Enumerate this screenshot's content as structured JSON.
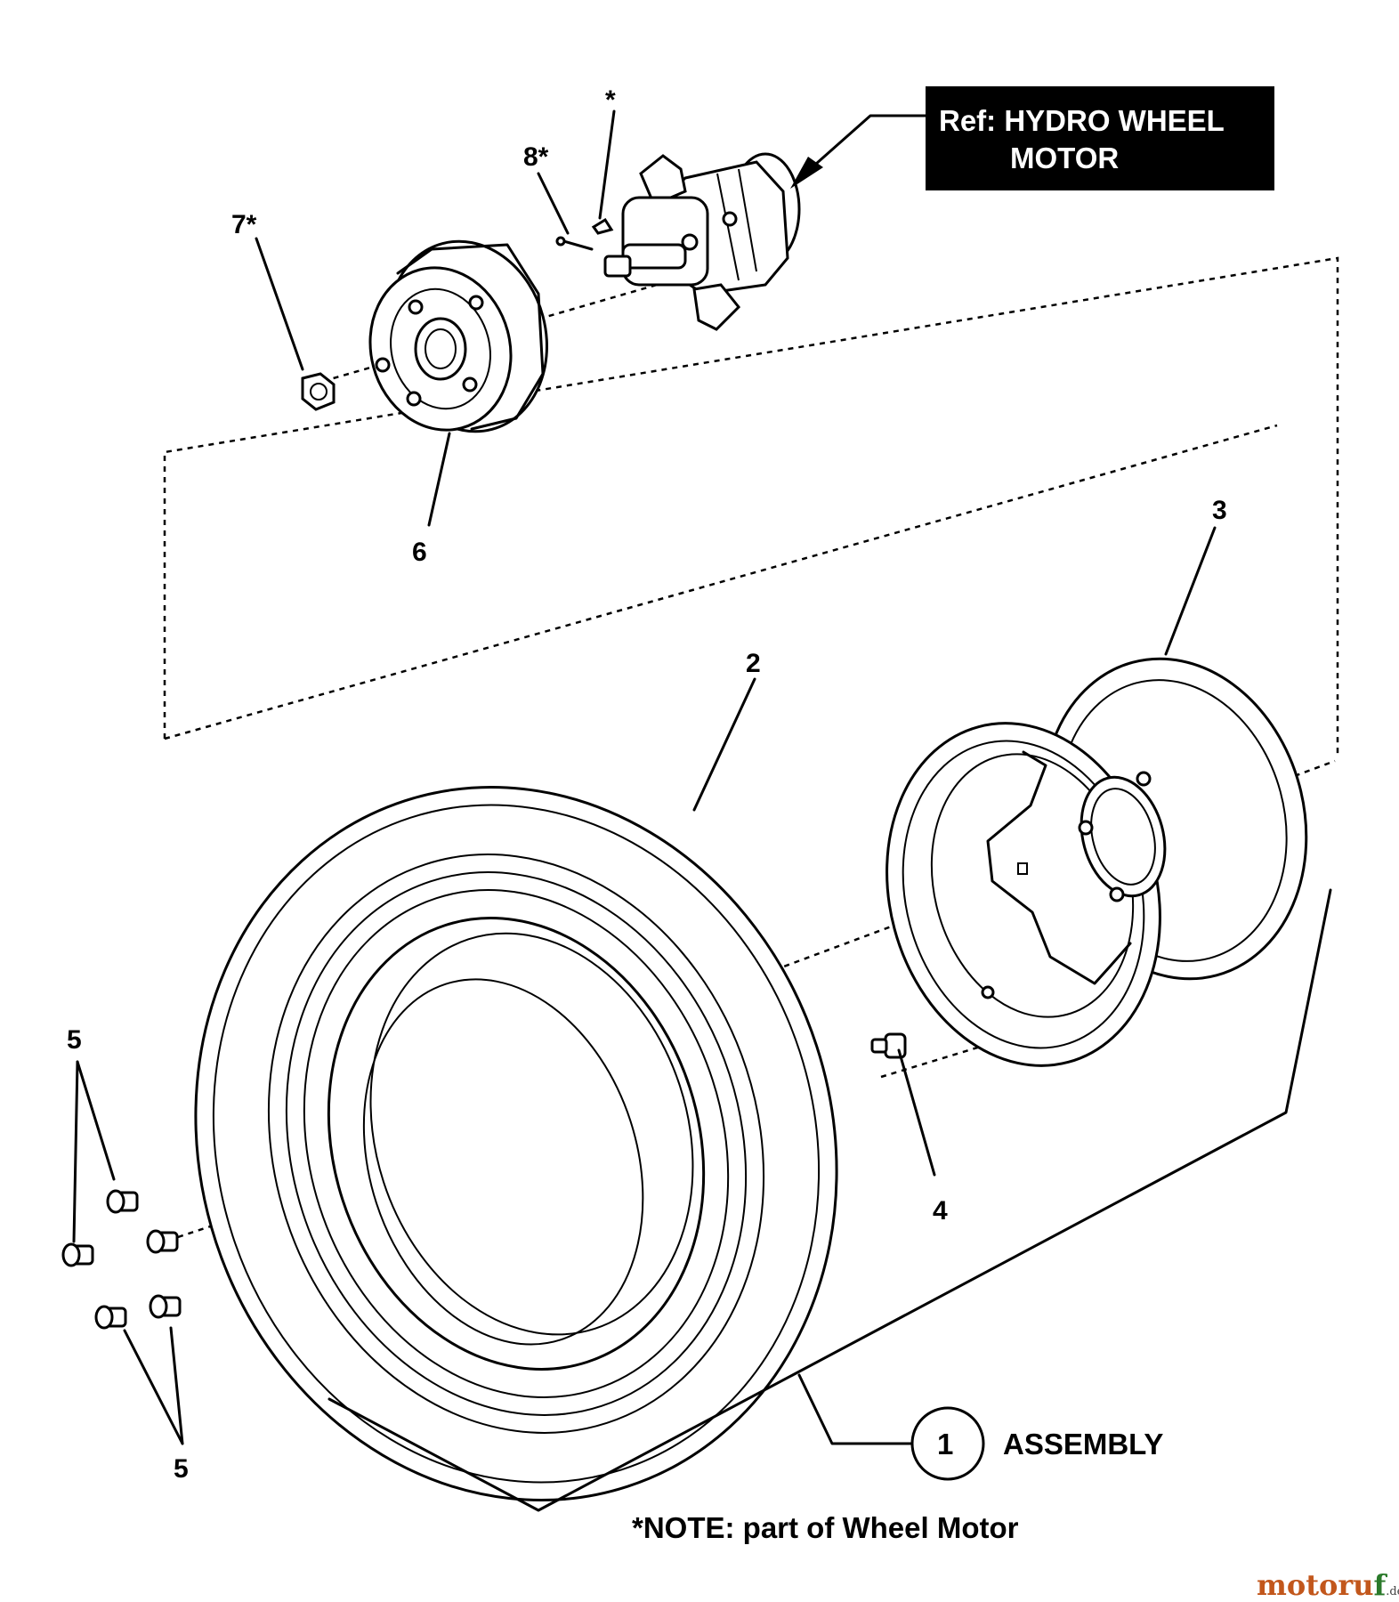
{
  "reference_box": {
    "line1": "Ref: HYDRO WHEEL",
    "line2": "MOTOR"
  },
  "callouts": {
    "assembly_number": "1",
    "tire": "2",
    "rim": "3",
    "valve_stem": "4",
    "lug_nuts_top": "5",
    "lug_nuts_bottom": "5",
    "hub": "6",
    "castle_nut": "7*",
    "cotter_pin": "8*",
    "key": "*"
  },
  "assembly_label": "ASSEMBLY",
  "note": "*NOTE: part of Wheel Motor",
  "watermark": {
    "part1": "motoru",
    "part2": "f",
    "suffix": ".de"
  }
}
